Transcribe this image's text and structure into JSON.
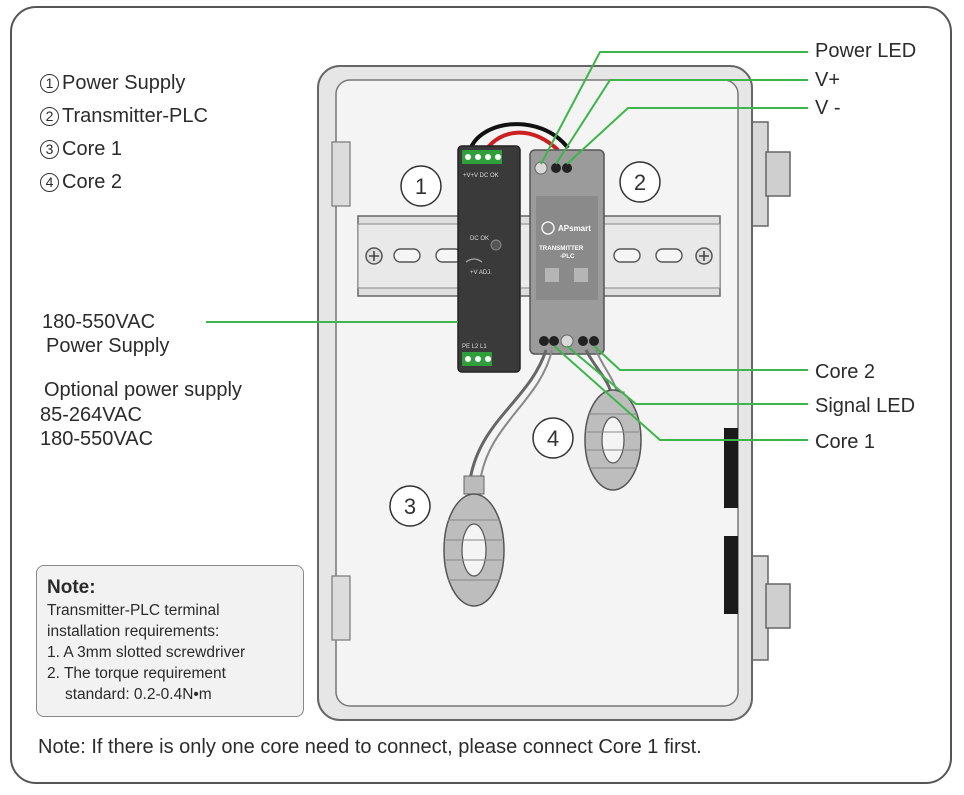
{
  "legend": [
    {
      "num": "1",
      "label": "Power Supply"
    },
    {
      "num": "2",
      "label": "Transmitter-PLC"
    },
    {
      "num": "3",
      "label": "Core 1"
    },
    {
      "num": "4",
      "label": "Core 2"
    }
  ],
  "power_supply_label": {
    "line1": "180-550VAC",
    "line2": "Power Supply"
  },
  "optional_supply": {
    "line1": "Optional power supply",
    "line2": "85-264VAC",
    "line3": "180-550VAC"
  },
  "callouts": {
    "power_led": "Power LED",
    "v_plus": "V+",
    "v_minus": "V -",
    "core2": "Core 2",
    "signal_led": "Signal LED",
    "core1": "Core 1"
  },
  "markers": {
    "m1": "1",
    "m2": "2",
    "m3": "3",
    "m4": "4"
  },
  "device": {
    "ps_top_label": "+V+V DC OK",
    "ps_mid_label": "DC OK",
    "ps_adj_label": "+V ADJ.",
    "ps_bottom_label": "PE  L2  L1",
    "brand": "APsmart",
    "model_line1": "TRANSMITTER",
    "model_line2": "-PLC"
  },
  "note": {
    "title": "Note:",
    "line1": "Transmitter-PLC terminal",
    "line2": "installation requirements:",
    "item1": "1. A 3mm slotted screwdriver",
    "item2": "2. The torque requirement",
    "item2b": "standard: 0.2-0.4N•m"
  },
  "bottom_note": "Note: If there is only one core need to connect, please connect Core 1 first.",
  "colors": {
    "callout_line": "#3db54a",
    "terminal_green": "#2f9e3b",
    "border": "#555555"
  }
}
